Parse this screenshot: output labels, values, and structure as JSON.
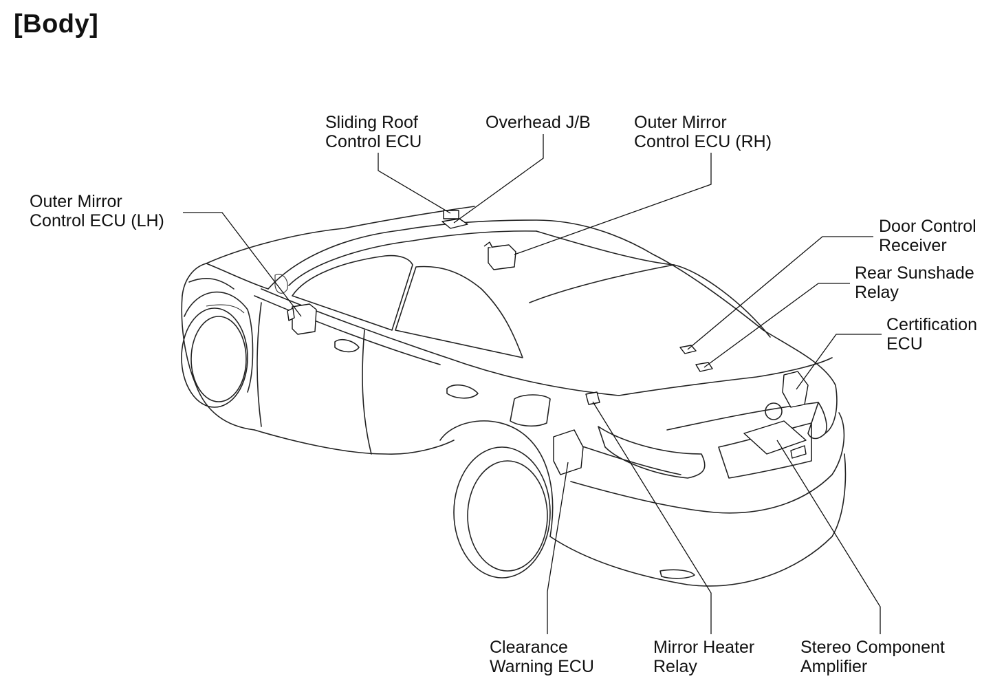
{
  "title": "[Body]",
  "labels": {
    "sliding_roof": [
      "Sliding Roof",
      "Control ECU"
    ],
    "overhead_jb": [
      "Overhead J/B"
    ],
    "outer_mirror_rh": [
      "Outer Mirror",
      "Control ECU (RH)"
    ],
    "outer_mirror_lh": [
      "Outer Mirror",
      "Control ECU (LH)"
    ],
    "door_control_receiver": [
      "Door Control",
      "Receiver"
    ],
    "rear_sunshade_relay": [
      "Rear Sunshade",
      "Relay"
    ],
    "certification_ecu": [
      "Certification",
      "ECU"
    ],
    "clearance_warning_ecu": [
      "Clearance",
      "Warning ECU"
    ],
    "mirror_heater_relay": [
      "Mirror Heater",
      "Relay"
    ],
    "stereo_component_amplifier": [
      "Stereo Component",
      "Amplifier"
    ]
  }
}
